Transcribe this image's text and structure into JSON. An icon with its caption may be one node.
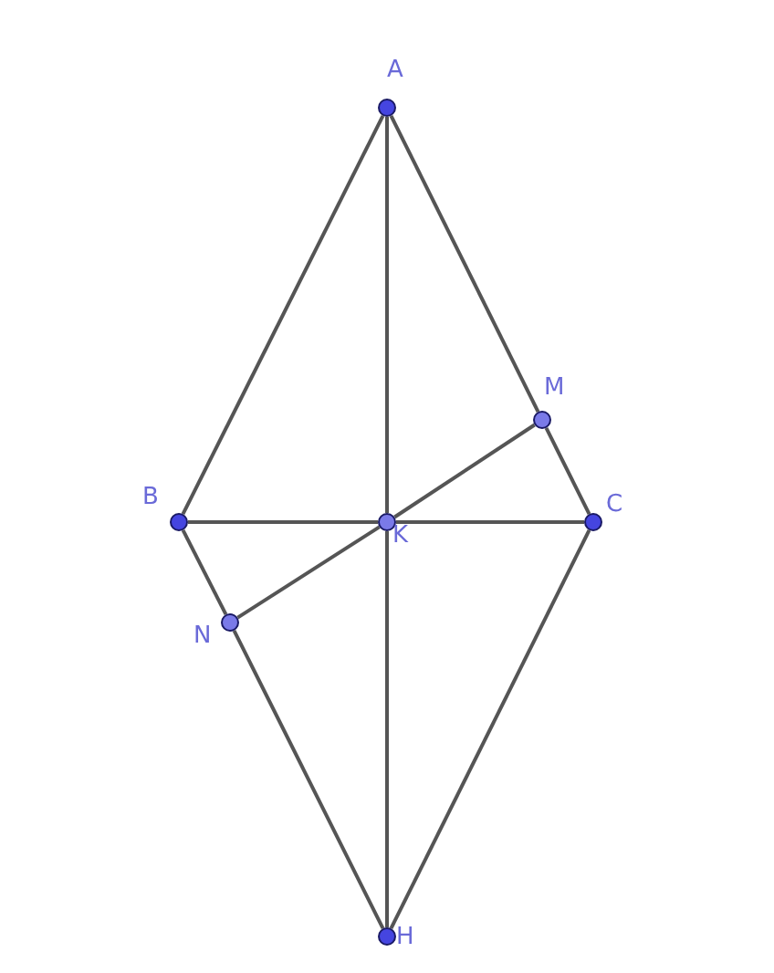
{
  "diagram": {
    "nodes": [
      {
        "text": [
          "A"
        ]
      },
      {
        "text": [
          "M"
        ]
      },
      {
        "text": [
          "B"
        ]
      },
      {
        "text": [
          "K"
        ]
      },
      {
        "text": [
          "C"
        ]
      },
      {
        "text": [
          "N"
        ]
      },
      {
        "text": [
          "H"
        ]
      }
    ],
    "edges": [
      {
        "from": 0,
        "to": 2,
        "arrow": "none"
      },
      {
        "from": 0,
        "to": 1,
        "arrow": "none"
      },
      {
        "from": 1,
        "to": 4,
        "arrow": "none"
      },
      {
        "from": 0,
        "to": 3,
        "arrow": "none"
      },
      {
        "from": 3,
        "to": 6,
        "arrow": "none"
      },
      {
        "from": 2,
        "to": 3,
        "arrow": "none"
      },
      {
        "from": 3,
        "to": 4,
        "arrow": "none"
      },
      {
        "from": 2,
        "to": 5,
        "arrow": "none"
      },
      {
        "from": 5,
        "to": 6,
        "arrow": "none"
      },
      {
        "from": 4,
        "to": 6,
        "arrow": "none"
      },
      {
        "from": 5,
        "to": 3,
        "arrow": "none"
      },
      {
        "from": 3,
        "to": 1,
        "arrow": "none"
      }
    ]
  }
}
